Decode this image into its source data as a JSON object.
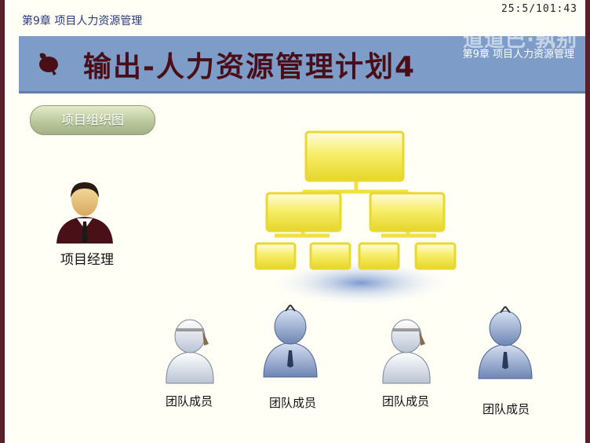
{
  "header": {
    "chapter": "第9章 项目人力资源管理",
    "timestamp": "25:5/101:43"
  },
  "title_bar": {
    "title": "输出-人力资源管理计划4",
    "subtitle": "第9章 项目人力资源管理",
    "watermark": "道道巴·孰别"
  },
  "section_pill": "项目组织图",
  "manager": {
    "label": "项目经理",
    "icon": "manager-icon"
  },
  "org_chart": {
    "icon": "org-chart-icon",
    "color": "#f3ea4a"
  },
  "members": [
    {
      "label": "团队成员",
      "style": "light"
    },
    {
      "label": "团队成员",
      "style": "dark"
    },
    {
      "label": "团队成员",
      "style": "light"
    },
    {
      "label": "团队成员",
      "style": "dark"
    }
  ],
  "colors": {
    "title_bar": "#7d9dc8",
    "title_text": "#4a0e18",
    "frame": "#5a1f2a",
    "pill": "#b7c59a"
  }
}
